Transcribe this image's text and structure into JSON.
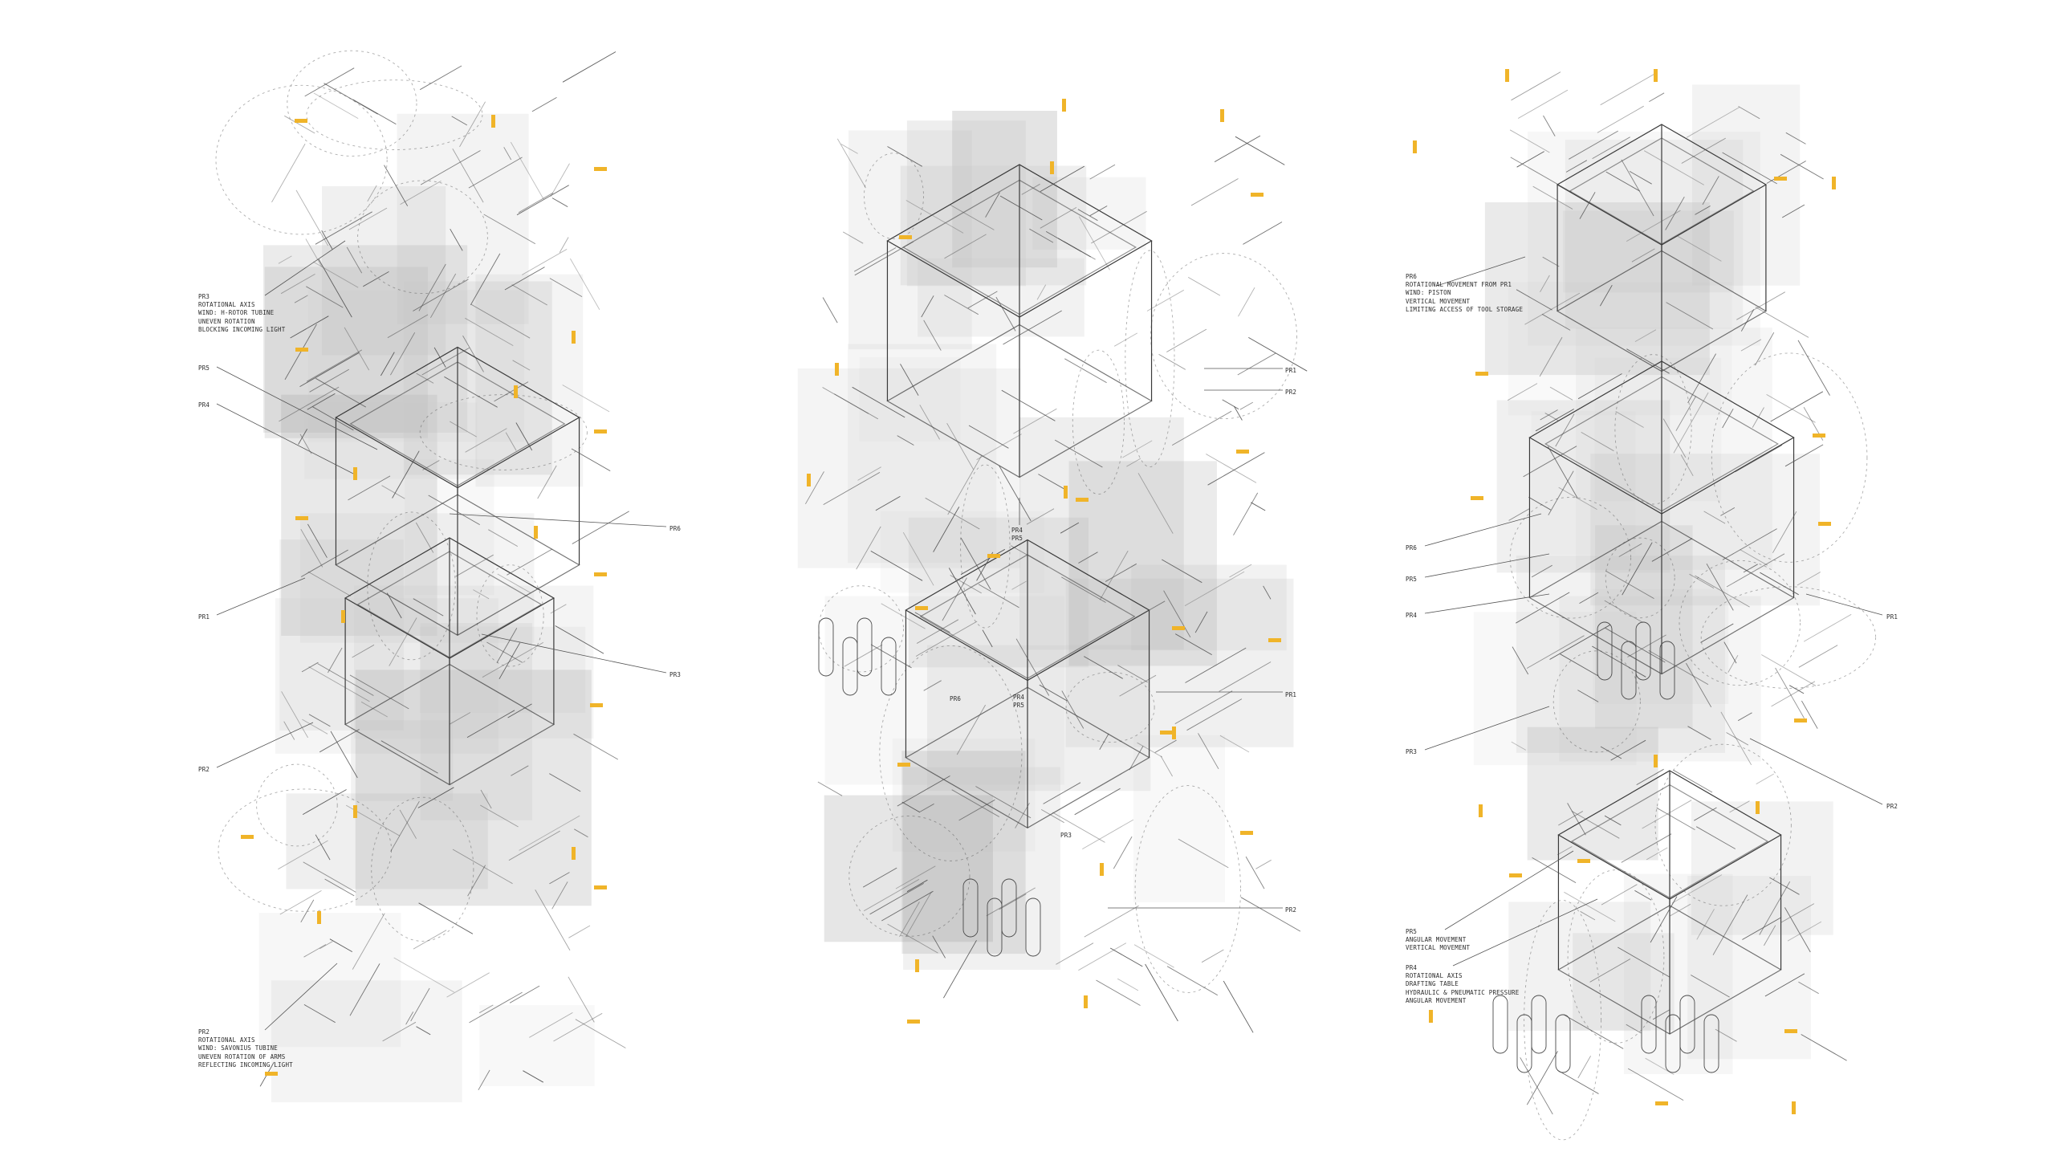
{
  "colors": {
    "background": "#ffffff",
    "paper": "#c8c8c8",
    "paper_dark": "#9a9a9a",
    "linework": "#3a3a3a",
    "marker": "#f0b429"
  },
  "labels": {
    "c1_pr3": [
      "PR3",
      "ROTATIONAL AXIS",
      "WIND: H-ROTOR TUBINE",
      "UNEVEN ROTATION",
      "BLOCKING INCOMING LIGHT"
    ],
    "c1_pr5": "PR5",
    "c1_pr4": "PR4",
    "c1_pr6": "PR6",
    "c1_pr1": "PR1",
    "c1_pr3b": "PR3",
    "c1_pr2": "PR2",
    "c1_pr2_note": [
      "PR2",
      "ROTATIONAL AXIS",
      "WIND: SAVONIUS TUBINE",
      "UNEVEN ROTATION OF ARMS",
      "REFLECTING INCOMING LIGHT"
    ],
    "c2_pr1": "PR1",
    "c2_pr2": "PR2",
    "c2_pr4_pr5": [
      "PR4",
      "PR5"
    ],
    "c2_pr6": "PR6",
    "c2_pr4_pr5_lower": [
      "PR4",
      "PR5"
    ],
    "c2_pr1_lower": "PR1",
    "c2_pr3": "PR3",
    "c2_pr2_lower": "PR2",
    "c3_pr6_note": [
      "PR6",
      "ROTATIONAL MOVEMENT FROM PR1",
      "WIND: PISTON",
      "VERTICAL MOVEMENT",
      "LIMITING ACCESS OF TOOL STORAGE"
    ],
    "c3_pr6": "PR6",
    "c3_pr5": "PR5",
    "c3_pr4": "PR4",
    "c3_pr1": "PR1",
    "c3_pr3": "PR3",
    "c3_pr2": "PR2",
    "c3_pr5_note": [
      "PR5",
      "ANGULAR MOVEMENT",
      "VERTICAL MOVEMENT"
    ],
    "c3_pr4_note": [
      "PR4",
      "ROTATIONAL AXIS",
      "DRAFTING TABLE",
      "HYDRAULIC & PNEUMATIC PRESSURE",
      "ANGULAR MOVEMENT"
    ]
  }
}
